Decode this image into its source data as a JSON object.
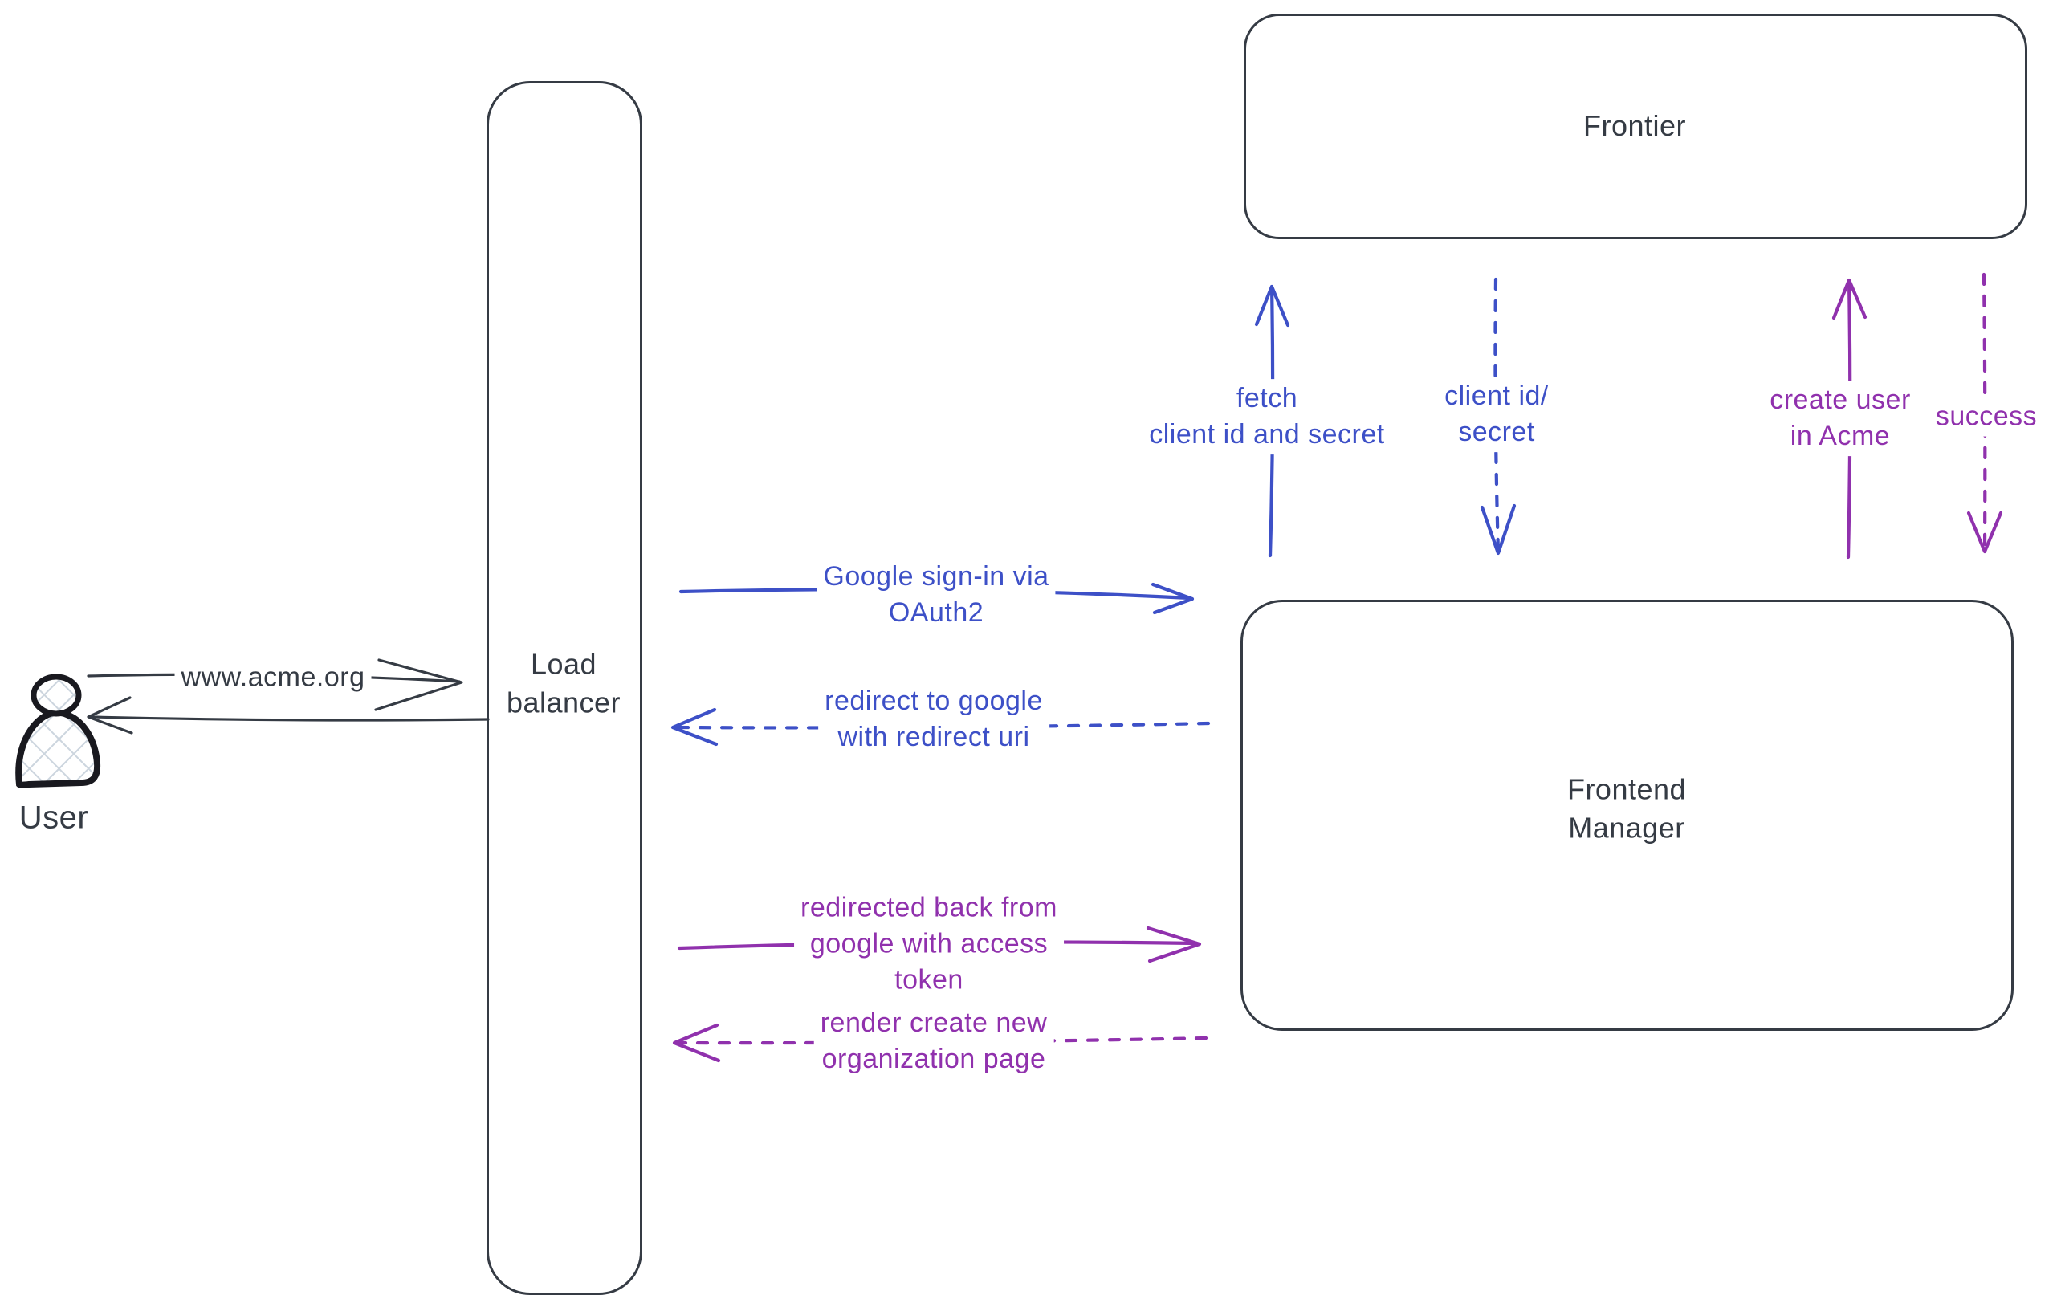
{
  "diagram": {
    "colors": {
      "ink": "#353b44",
      "blue": "#3d50c7",
      "purple": "#9031ad",
      "hatch": "#ccd5de",
      "bg": "#ffffff"
    },
    "actor": {
      "label": "User"
    },
    "nodes": {
      "load_balancer": {
        "label": "Load\nbalancer"
      },
      "frontier": {
        "label": "Frontier"
      },
      "frontend_manager": {
        "label": "Frontend\nManager"
      }
    },
    "arrows": {
      "www_acme": {
        "label": "www.acme.org",
        "style": "solid",
        "color": "ink",
        "from": "User",
        "to": "Load balancer"
      },
      "lb_to_user": {
        "label": "",
        "style": "solid",
        "color": "ink",
        "from": "Load balancer",
        "to": "User"
      },
      "google_signin": {
        "label": "Google sign-in via\nOAuth2",
        "style": "solid",
        "color": "blue",
        "from": "Load balancer",
        "to": "Frontend Manager"
      },
      "redirect_to_google": {
        "label": "redirect to google\nwith redirect uri",
        "style": "dashed",
        "color": "blue",
        "from": "Frontend Manager",
        "to": "Load balancer"
      },
      "redirected_back": {
        "label": "redirected back from\ngoogle with access\ntoken",
        "style": "solid",
        "color": "purple",
        "from": "Load balancer",
        "to": "Frontend Manager"
      },
      "render_org_page": {
        "label": "render create new\norganization page",
        "style": "dashed",
        "color": "purple",
        "from": "Frontend Manager",
        "to": "Load balancer"
      },
      "fetch_client_id": {
        "label": "fetch\nclient id and secret",
        "style": "solid",
        "color": "blue",
        "from": "Frontend Manager",
        "to": "Frontier"
      },
      "client_id_secret": {
        "label": "client id/\nsecret",
        "style": "dashed",
        "color": "blue",
        "from": "Frontier",
        "to": "Frontend Manager"
      },
      "create_user": {
        "label": "create user\nin Acme",
        "style": "solid",
        "color": "purple",
        "from": "Frontend Manager",
        "to": "Frontier"
      },
      "success": {
        "label": "success",
        "style": "dashed",
        "color": "purple",
        "from": "Frontier",
        "to": "Frontend Manager"
      }
    }
  }
}
